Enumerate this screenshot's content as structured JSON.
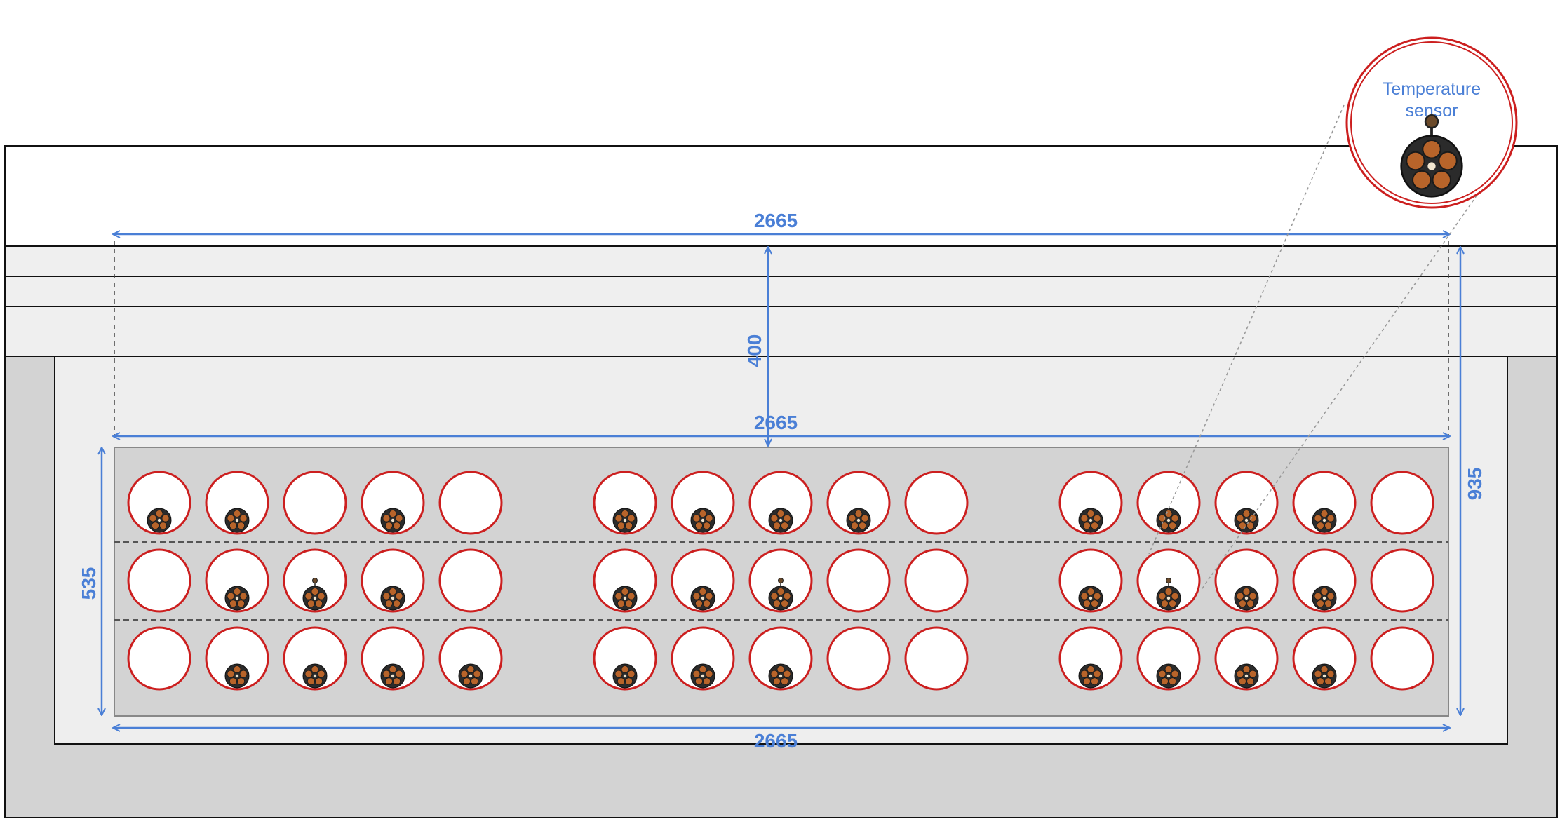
{
  "dimensions": {
    "top_width": "2665",
    "cover_depth": "400",
    "bank_width": "2665",
    "bottom_width": "2665",
    "bank_height": "535",
    "total_depth": "935"
  },
  "callout": {
    "label_line1": "Temperature",
    "label_line2": "sensor"
  },
  "duct_bank": {
    "rows": 3,
    "groups": 3,
    "ducts_per_group": 5,
    "occupancy": [
      [
        [
          1,
          1,
          0,
          1,
          0
        ],
        [
          1,
          1,
          1,
          1,
          0
        ],
        [
          1,
          1,
          1,
          1,
          0
        ]
      ],
      [
        [
          0,
          1,
          1,
          1,
          0
        ],
        [
          1,
          1,
          1,
          0,
          0
        ],
        [
          1,
          1,
          1,
          1,
          0
        ]
      ],
      [
        [
          0,
          1,
          1,
          1,
          1
        ],
        [
          1,
          1,
          1,
          0,
          0
        ],
        [
          1,
          1,
          1,
          1,
          0
        ]
      ]
    ],
    "sensor_cables": [
      [
        1,
        2
      ],
      [
        1,
        7
      ],
      [
        1,
        11
      ]
    ]
  },
  "colors": {
    "dimension": "#4a7fd6",
    "duct_outline": "#cc1f1f",
    "cable_core": "#b8642a",
    "backfill": "#d3d3d3",
    "trench_fill": "#eeeeee"
  }
}
